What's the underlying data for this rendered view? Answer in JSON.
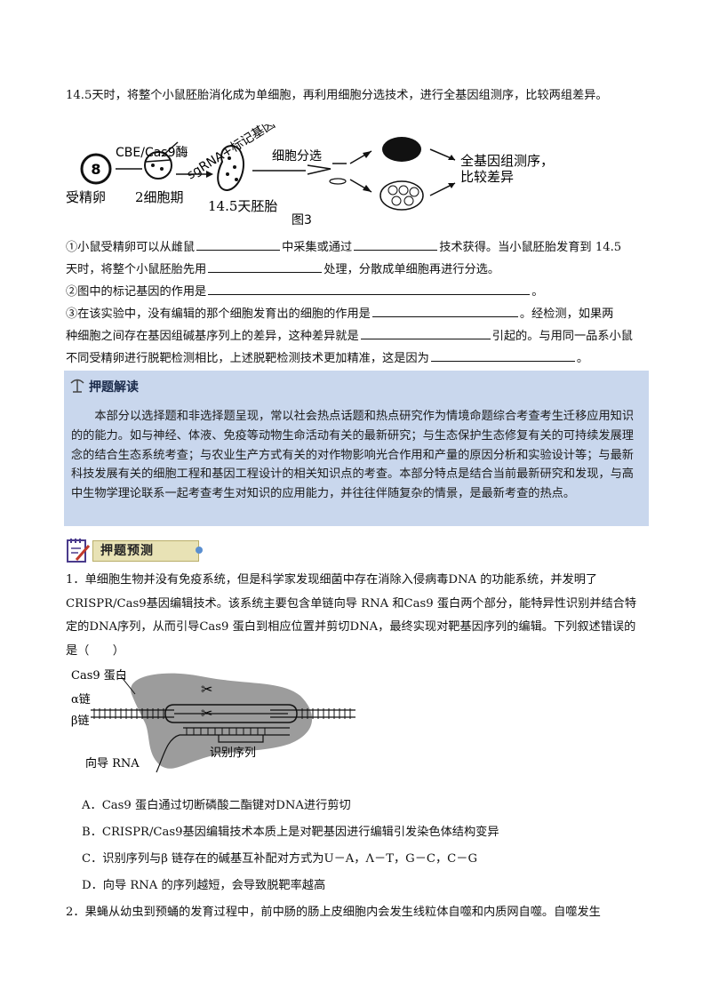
{
  "intro_line": "14.5天时，将整个小鼠胚胎消化成为单细胞，再利用细胞分选技术，进行全基因组测序，比较两组差异。",
  "figure3": {
    "cbe_label": "CBE/Cas9酶",
    "sgrna_label": "sgRNA+标记基因",
    "cell_sort_label": "细胞分选",
    "egg_label": "受精卵",
    "two_cell_label": "2细胞期",
    "embryo_label": "14.5天胚胎",
    "result_label_1": "全基因组测序，",
    "result_label_2": "比较差异",
    "fig_caption": "图3"
  },
  "questions_block": {
    "q1_a": "①小鼠受精卵可以从雌鼠",
    "q1_b": "中采集或通过",
    "q1_c": "技术获得。当小鼠胚胎发育到 14.5",
    "q1_d": "天时，将整个小鼠胚胎先用",
    "q1_e": "处理，分散成单细胞再进行分选。",
    "q2_a": "②图中的标记基因的作用是",
    "q2_b": "。",
    "q3_a": "③在该实验中，没有编辑的那个细胞发育出的细胞的作用是",
    "q3_b": "。经检测，如果两",
    "q3_c": "种细胞之间存在基因组碱基序列上的差异，这种差异就是",
    "q3_d": "引起的。与用同一品系小鼠",
    "q3_e": "不同受精卵进行脱靶检测相比，上述脱靶检测技术更加精准，这是因为",
    "q3_f": "。"
  },
  "analysis": {
    "heading": "押题解读",
    "body": "本部分以选择题和非选择题呈现，常以社会热点话题和热点研究作为情境命题综合考查考生迁移应用知识的的能力。如与神经、体液、免疫等动物生命活动有关的最新研究；与生态保护生态修复有关的可持续发展理念的结合生态系统考查；与农业生产方式有关的对作物影响光合作用和产量的原因分析和实验设计等；与最新科技发展有关的细胞工程和基因工程设计的相关知识点的考查。本部分特点是结合当前最新研究和发现，与高中生物学理论联系一起考查考生对知识的应用能力，并往往伴随复杂的情景，是最新考查的热点。"
  },
  "predict": {
    "heading": "押题预测"
  },
  "question1": {
    "stem": "1．单细胞生物并没有免疫系统，但是科学家发现细菌中存在消除入侵病毒DNA 的功能系统，并发明了CRISPR/Cas9基因编辑技术。该系统主要包含单链向导 RNA 和Cas9 蛋白两个部分，能特异性识别并结合特定的DNA序列，从而引导Cas9 蛋白到相应位置并剪切DNA，最终实现对靶基因序列的编辑。下列叙述错误的是（　　）",
    "figure": {
      "cas9_label": "Cas9 蛋白",
      "alpha_label": "α链",
      "beta_label": "β链",
      "guide_label": "向导 RNA",
      "recog_label": "识别序列"
    },
    "options": [
      "A．Cas9 蛋白通过切断磷酸二酯键对DNA进行剪切",
      "B．CRISPR/Cas9基因编辑技术本质上是对靶基因进行编辑引发染色体结构变异",
      "C．识别序列与β 链存在的碱基互补配对方式为U－A，Λ－T，G－C，C－G",
      "D．向导 RNA 的序列越短，会导致脱靶率越高"
    ]
  },
  "question2": {
    "stem": "2．果蝇从幼虫到预蛹的发育过程中，前中肠的肠上皮细胞内会发生线粒体自噬和内质网自噬。自噬发生"
  }
}
